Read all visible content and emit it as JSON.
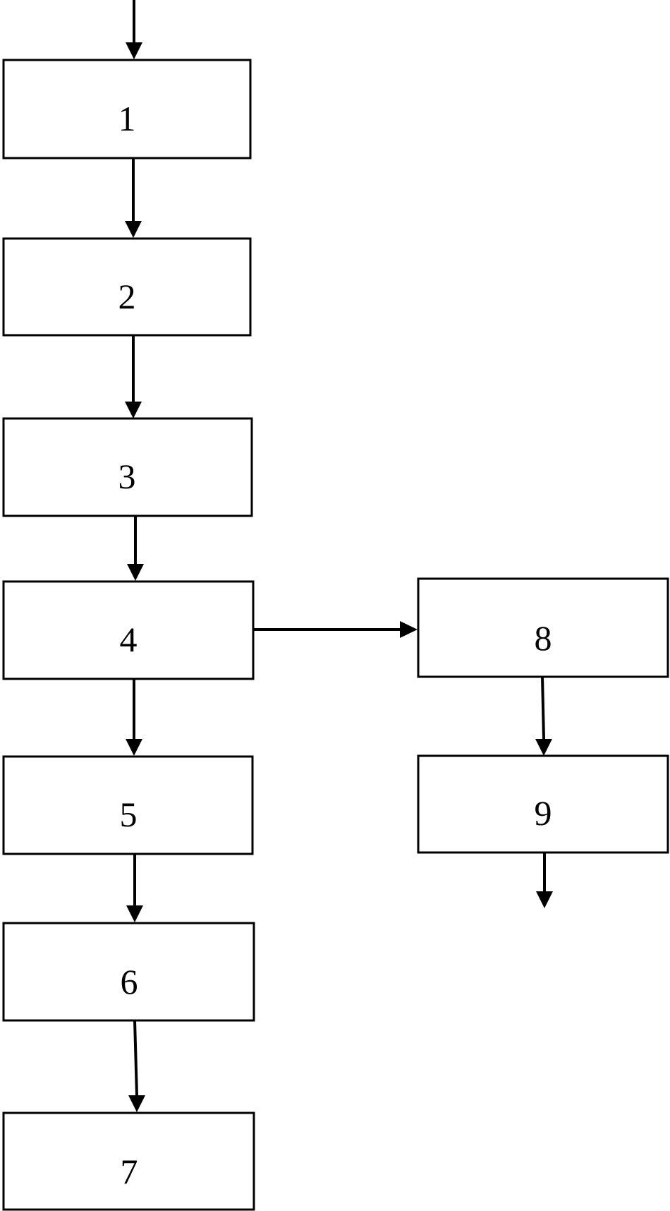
{
  "diagram": {
    "type": "flowchart",
    "steps": [
      {
        "id": "1",
        "label": "1"
      },
      {
        "id": "2",
        "label": "2"
      },
      {
        "id": "3",
        "label": "3"
      },
      {
        "id": "4",
        "label": "4"
      },
      {
        "id": "5",
        "label": "5"
      },
      {
        "id": "6",
        "label": "6"
      },
      {
        "id": "7",
        "label": "7"
      },
      {
        "id": "8",
        "label": "8"
      },
      {
        "id": "9",
        "label": "9"
      }
    ],
    "connections": [
      {
        "from": "entry",
        "to": "1"
      },
      {
        "from": "1",
        "to": "2"
      },
      {
        "from": "2",
        "to": "3"
      },
      {
        "from": "3",
        "to": "4"
      },
      {
        "from": "4",
        "to": "5"
      },
      {
        "from": "5",
        "to": "6"
      },
      {
        "from": "6",
        "to": "7"
      },
      {
        "from": "4",
        "to": "8"
      },
      {
        "from": "8",
        "to": "9"
      },
      {
        "from": "9",
        "to": "exit"
      }
    ],
    "colors": {
      "stroke": "#000000",
      "fill": "#ffffff",
      "text": "#000000"
    }
  }
}
